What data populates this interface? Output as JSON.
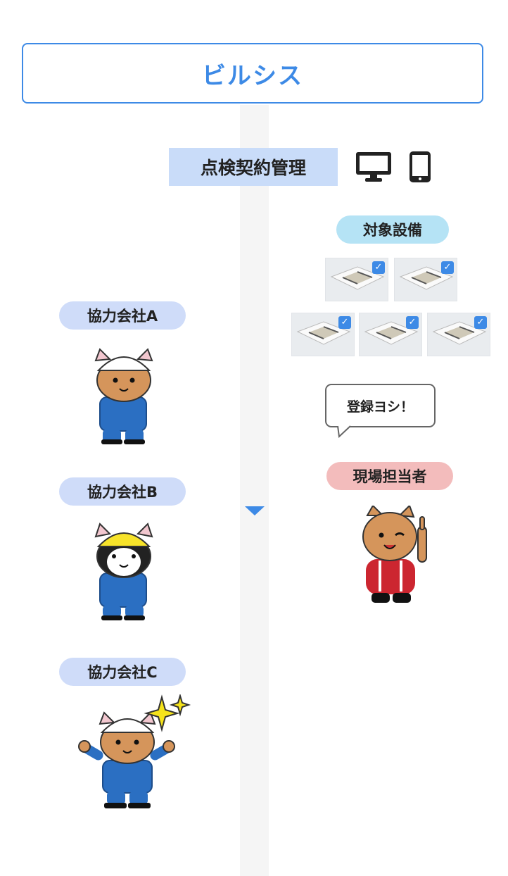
{
  "header": {
    "title": "ビルシス"
  },
  "feature": {
    "label": "点検契約管理",
    "devices": [
      "desktop-icon",
      "smartphone-icon"
    ]
  },
  "equipment": {
    "label": "対象設備",
    "units": 5,
    "checked": true
  },
  "speech": {
    "text": "登録ヨシ！"
  },
  "onsite": {
    "label": "現場担当者"
  },
  "partners": [
    {
      "label": "協力会社A"
    },
    {
      "label": "協力会社B"
    },
    {
      "label": "協力会社C"
    }
  ],
  "colors": {
    "accent": "#3d8ae6",
    "pill_blue": "#cfdcf9",
    "pill_cyan": "#b5e3f5",
    "pill_pink": "#f3bcbc"
  }
}
